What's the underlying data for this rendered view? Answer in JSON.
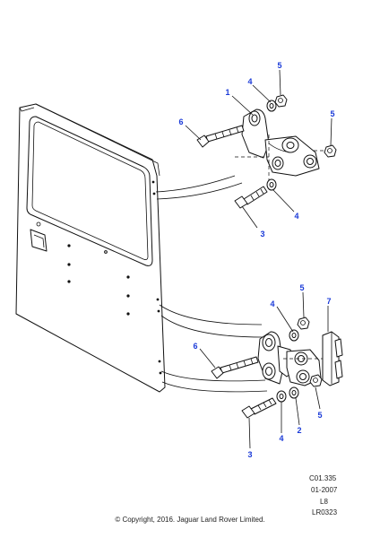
{
  "callouts": {
    "c1": "1",
    "c2": "2",
    "c3_top": "3",
    "c3_bottom": "3",
    "c4_top_upper": "4",
    "c4_top_lower": "4",
    "c4_bottom_upper": "4",
    "c4_bottom_lower": "4",
    "c5_top_left": "5",
    "c5_top_right": "5",
    "c5_bottom_upper": "5",
    "c5_bottom_lower": "5",
    "c6_top": "6",
    "c6_bottom": "6",
    "c7": "7"
  },
  "reference": {
    "code": "C01.335",
    "date": "01-2007",
    "variant": "L8",
    "id": "LR0323"
  },
  "copyright": "© Copyright, 2016. Jaguar Land Rover Limited.",
  "colors": {
    "callout": "#1a3ad8",
    "line": "#111111"
  }
}
